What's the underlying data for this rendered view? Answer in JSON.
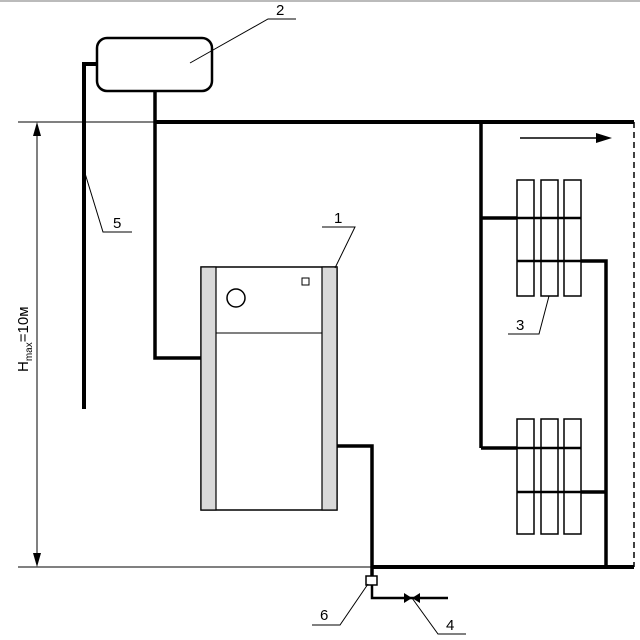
{
  "callouts": {
    "boiler": "1",
    "expansion_tank": "2",
    "radiators": "3",
    "drain_valve": "4",
    "riser_pipe": "5",
    "fitting": "6"
  },
  "height_label": {
    "symbol": "H",
    "subscript": "max",
    "value": "=10м"
  },
  "colors": {
    "line": "#000000",
    "boiler_side": "#d9d9d9",
    "background": "#ffffff"
  }
}
